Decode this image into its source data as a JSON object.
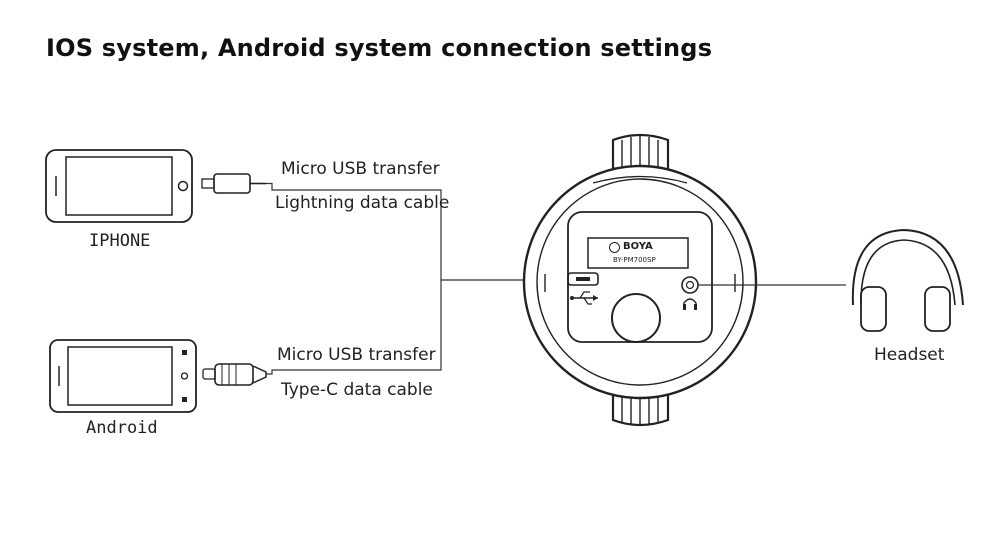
{
  "title": "IOS system, Android system connection settings",
  "iphone": {
    "label": "IPHONE",
    "cable_line1": "Micro USB transfer",
    "cable_line2": "Lightning data cable"
  },
  "android": {
    "label": "Android",
    "cable_line1": "Micro USB transfer",
    "cable_line2": "Type-C data cable"
  },
  "microphone": {
    "brand": "BOYA",
    "model": "BY-PM700SP"
  },
  "headset": {
    "label": "Headset"
  },
  "icons": [
    "smartphone-icon",
    "lightning-connector-icon",
    "type-c-connector-icon",
    "usb-symbol-icon",
    "headphone-symbol-icon",
    "headphones-icon"
  ]
}
